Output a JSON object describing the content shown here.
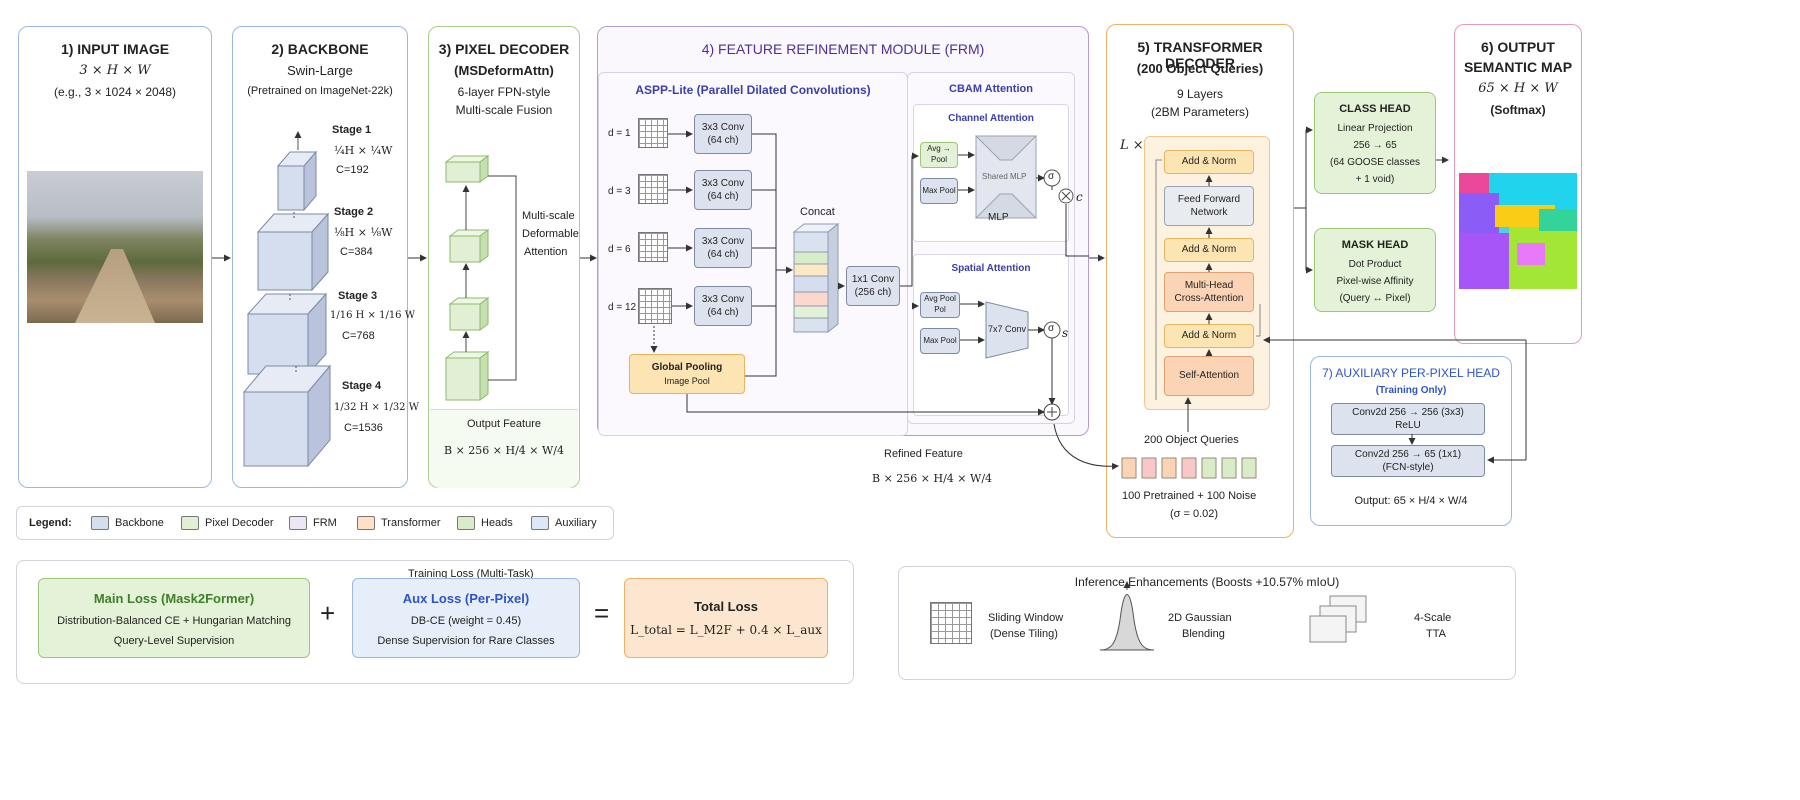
{
  "input_panel": {
    "title": "1) INPUT IMAGE",
    "shape": "3 × H × W",
    "example": "(e.g., 3 × 1024 × 2048)"
  },
  "backbone": {
    "title": "2) BACKBONE",
    "name": "Swin-Large",
    "note": "(Pretrained on ImageNet-22k)",
    "stages": [
      {
        "name": "Stage 1",
        "size": "¼H × ¼W",
        "channels": "C=192"
      },
      {
        "name": "Stage 2",
        "size": "⅛H × ⅛W",
        "channels": "C=384"
      },
      {
        "name": "Stage 3",
        "size": "1/16 H × 1/16 W",
        "channels": "C=768"
      },
      {
        "name": "Stage 4",
        "size": "1/32 H × 1/32 W",
        "channels": "C=1536"
      }
    ]
  },
  "pixel_decoder": {
    "title": "3) PIXEL DECODER",
    "subtitle": "(MSDeformAttn)",
    "line1": "6-layer FPN-style",
    "line2": "Multi-scale Fusion",
    "attention_label": [
      "Multi-scale",
      "Deformable",
      "Attention"
    ],
    "output_title": "Output Feature",
    "output_shape": "B × 256 × H/4 × W/4"
  },
  "frm": {
    "title": "4) FEATURE REFINEMENT MODULE (FRM)",
    "aspp_title": "ASPP-Lite (Parallel Dilated Convolutions)",
    "dilations": [
      "d = 1",
      "d = 3",
      "d = 6",
      "d = 12"
    ],
    "conv_label": "3x3 Conv",
    "conv_ch": "(64 ch)",
    "gp_title": "Global Pooling",
    "gp_sub": "Image Pool",
    "concat": "Concat",
    "conv1_label": "1x1 Conv",
    "conv1_ch": "(256 ch)",
    "cbam_title": "CBAM Attention",
    "channel_title": "Channel Attention",
    "avg_pool": "Avg → Pool",
    "max_pool": "Max Pool",
    "shared_mlp": "Shared MLP",
    "mlp": "MLP",
    "sigma": "σ",
    "c_label": "c",
    "s_label": "s",
    "spatial_title": "Spatial Attention",
    "avg_pool2": "Avg Pool Pol",
    "max_pool2": "Max Pool",
    "conv7": "7x7 Conv",
    "refined_title": "Refined Feature",
    "refined_shape": "B × 256 × H/4 × W/4"
  },
  "transformer": {
    "title": "5) TRANSFORMER DECODER",
    "subtitle": "(200 Object Queries)",
    "layers": "9 Layers",
    "params": "(2BM Parameters)",
    "repeat": "L ×",
    "blocks": [
      "Add & Norm",
      "Feed Forward Network",
      "Add & Norm",
      "Multi-Head Cross-Attention",
      "Add & Norm",
      "Self-Attention"
    ],
    "queries_title": "200 Object Queries",
    "queries_note": "100 Pretrained + 100 Noise",
    "queries_sigma": "(σ = 0.02)"
  },
  "class_head": {
    "title": "CLASS HEAD",
    "l1": "Linear Projection",
    "l2": "256 → 65",
    "l3": "(64 GOOSE classes",
    "l4": "+ 1 void)"
  },
  "mask_head": {
    "title": "MASK HEAD",
    "l1": "Dot Product",
    "l2": "Pixel-wise Affinity",
    "l3": "(Query ↔ Pixel)"
  },
  "output_panel": {
    "title1": "6) OUTPUT",
    "title2": "SEMANTIC MAP",
    "shape": "65 × H × W",
    "note": "(Softmax)"
  },
  "aux_head": {
    "title": "7) AUXILIARY PER-PIXEL HEAD",
    "subtitle": "(Training Only)",
    "box1_l1": "Conv2d 256 → 256 (3x3)",
    "box1_l2": "ReLU",
    "box2_l1": "Conv2d 256 → 65 (1x1)",
    "box2_l2": "(FCN-style)",
    "output": "Output:  65 × H/4 × W/4"
  },
  "legend": {
    "title": "Legend:",
    "items": [
      {
        "label": "Backbone",
        "color": "#d5deee"
      },
      {
        "label": "Pixel Decoder",
        "color": "#e1f0d5"
      },
      {
        "label": "FRM",
        "color": "#eee6f6"
      },
      {
        "label": "Transformer",
        "color": "#fde0c6"
      },
      {
        "label": "Heads",
        "color": "#d9ecc8"
      },
      {
        "label": "Auxiliary",
        "color": "#dde8f7"
      }
    ]
  },
  "loss": {
    "caption": "Training Loss (Multi-Task)",
    "main_title": "Main Loss (Mask2Former)",
    "main_l1": "Distribution-Balanced CE + Hungarian Matching",
    "main_l2": "Query-Level Supervision",
    "plus": "+",
    "aux_title": "Aux Loss (Per-Pixel)",
    "aux_l1": "DB-CE (weight = 0.45)",
    "aux_l2": "Dense Supervision for Rare Classes",
    "equals": "=",
    "total_title": "Total Loss",
    "total_formula": "L_total = L_M2F + 0.4 × L_aux"
  },
  "inference": {
    "title": "Inference Enhancements (Boosts +10.57% mIoU)",
    "items": [
      {
        "l1": "Sliding Window",
        "l2": "(Dense Tiling)"
      },
      {
        "l1": "2D Gaussian",
        "l2": "Blending"
      },
      {
        "l1": "4-Scale",
        "l2": "TTA"
      }
    ]
  }
}
